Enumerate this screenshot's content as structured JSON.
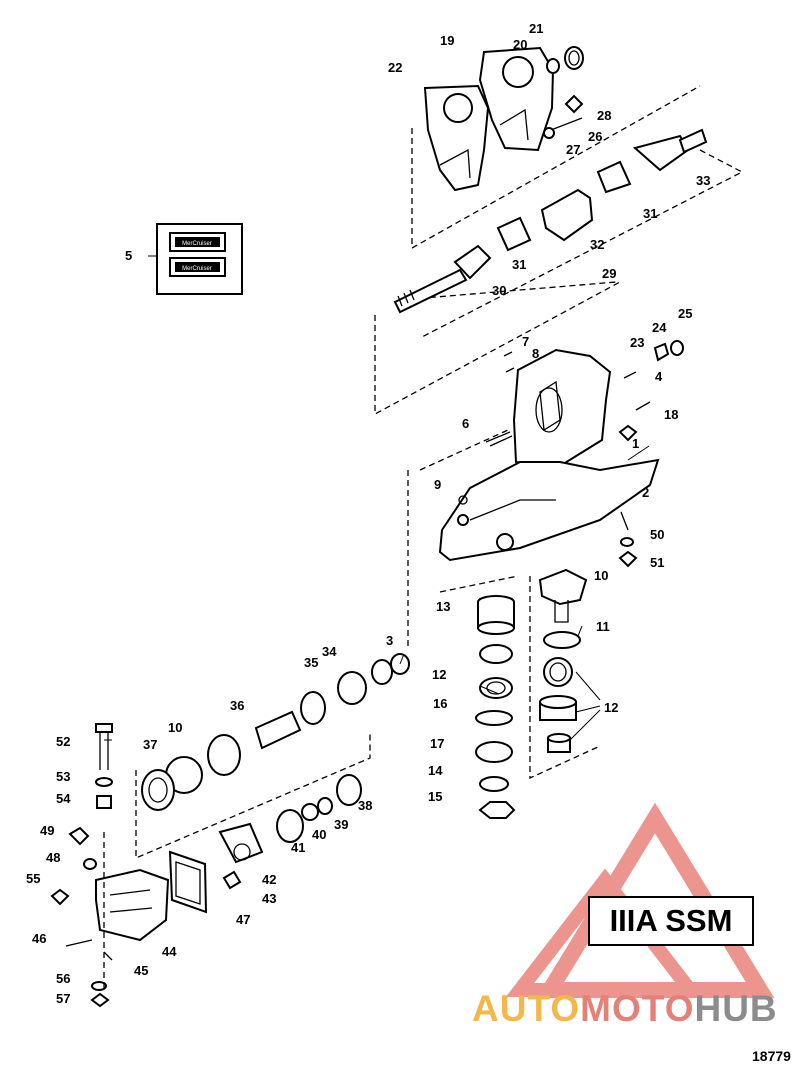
{
  "diagram": {
    "callouts": [
      {
        "id": "c1",
        "text": "1"
      },
      {
        "id": "c2",
        "text": "2"
      },
      {
        "id": "c3",
        "text": "3"
      },
      {
        "id": "c4",
        "text": "4"
      },
      {
        "id": "c5",
        "text": "5"
      },
      {
        "id": "c6",
        "text": "6"
      },
      {
        "id": "c7",
        "text": "7"
      },
      {
        "id": "c8",
        "text": "8"
      },
      {
        "id": "c9",
        "text": "9"
      },
      {
        "id": "c10a",
        "text": "10"
      },
      {
        "id": "c10b",
        "text": "10"
      },
      {
        "id": "c11",
        "text": "11"
      },
      {
        "id": "c12a",
        "text": "12"
      },
      {
        "id": "c12b",
        "text": "12"
      },
      {
        "id": "c13",
        "text": "13"
      },
      {
        "id": "c14",
        "text": "14"
      },
      {
        "id": "c15",
        "text": "15"
      },
      {
        "id": "c16",
        "text": "16"
      },
      {
        "id": "c17",
        "text": "17"
      },
      {
        "id": "c18",
        "text": "18"
      },
      {
        "id": "c19",
        "text": "19"
      },
      {
        "id": "c20",
        "text": "20"
      },
      {
        "id": "c21",
        "text": "21"
      },
      {
        "id": "c22",
        "text": "22"
      },
      {
        "id": "c23",
        "text": "23"
      },
      {
        "id": "c24",
        "text": "24"
      },
      {
        "id": "c25",
        "text": "25"
      },
      {
        "id": "c26",
        "text": "26"
      },
      {
        "id": "c27",
        "text": "27"
      },
      {
        "id": "c28",
        "text": "28"
      },
      {
        "id": "c29",
        "text": "29"
      },
      {
        "id": "c30",
        "text": "30"
      },
      {
        "id": "c31a",
        "text": "31"
      },
      {
        "id": "c31b",
        "text": "31"
      },
      {
        "id": "c32",
        "text": "32"
      },
      {
        "id": "c33",
        "text": "33"
      },
      {
        "id": "c34",
        "text": "34"
      },
      {
        "id": "c35",
        "text": "35"
      },
      {
        "id": "c36",
        "text": "36"
      },
      {
        "id": "c37",
        "text": "37"
      },
      {
        "id": "c38",
        "text": "38"
      },
      {
        "id": "c39",
        "text": "39"
      },
      {
        "id": "c40",
        "text": "40"
      },
      {
        "id": "c41",
        "text": "41"
      },
      {
        "id": "c42",
        "text": "42"
      },
      {
        "id": "c43",
        "text": "43"
      },
      {
        "id": "c44",
        "text": "44"
      },
      {
        "id": "c45",
        "text": "45"
      },
      {
        "id": "c46",
        "text": "46"
      },
      {
        "id": "c47",
        "text": "47"
      },
      {
        "id": "c48",
        "text": "48"
      },
      {
        "id": "c49",
        "text": "49"
      },
      {
        "id": "c50",
        "text": "50"
      },
      {
        "id": "c51",
        "text": "51"
      },
      {
        "id": "c52",
        "text": "52"
      },
      {
        "id": "c53",
        "text": "53"
      },
      {
        "id": "c54",
        "text": "54"
      },
      {
        "id": "c55",
        "text": "55"
      },
      {
        "id": "c56",
        "text": "56"
      },
      {
        "id": "c57",
        "text": "57"
      }
    ],
    "decal_brand": "MerCruiser",
    "manual_label": "IIIA SSM",
    "figure_number": "18779"
  },
  "watermark": {
    "text_part1": "AUTO",
    "text_part2": "MOTO",
    "text_part3": "HUB",
    "colors": {
      "part1": "#f2b84b",
      "part2": "#e38179",
      "part3": "#8c8c8c",
      "triangle": "#e87a72"
    }
  }
}
